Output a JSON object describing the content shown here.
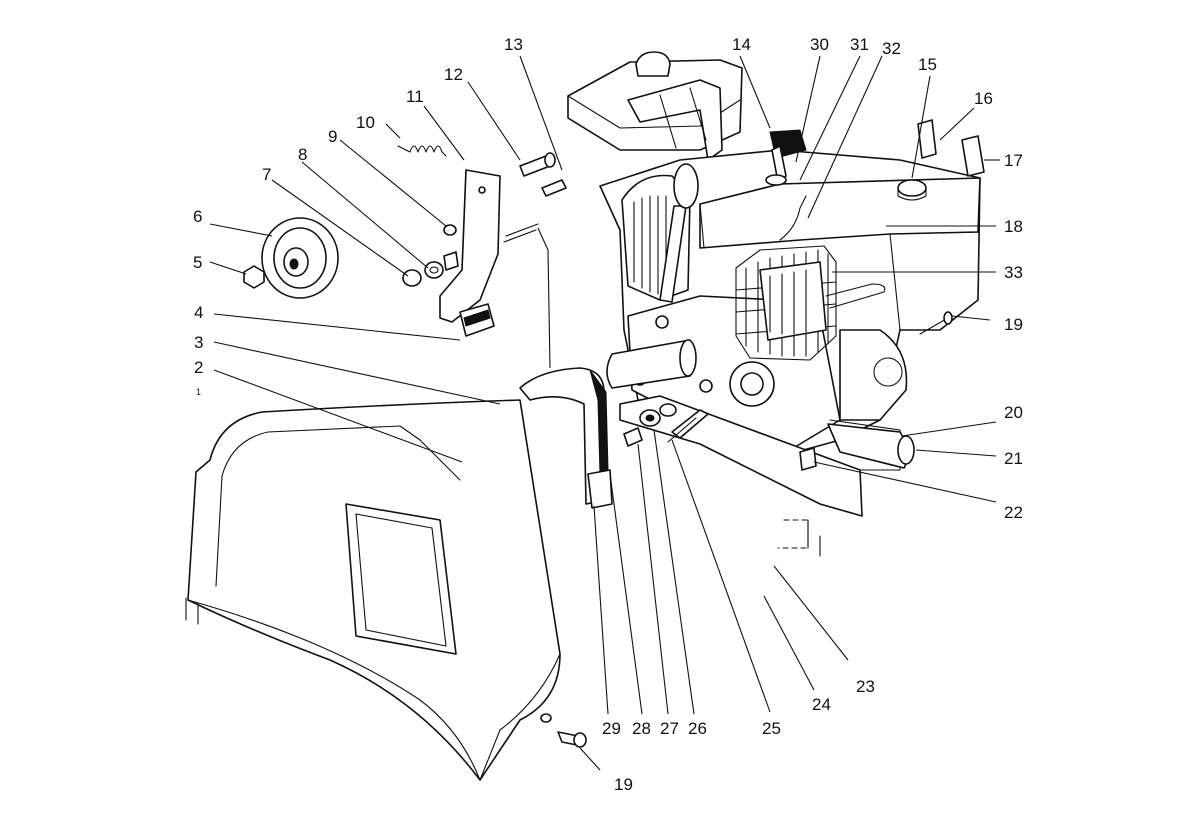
{
  "callouts": {
    "n1": "1",
    "n2": "2",
    "n3": "3",
    "n4": "4",
    "n5": "5",
    "n6": "6",
    "n7": "7",
    "n8": "8",
    "n9": "9",
    "n10": "10",
    "n11": "11",
    "n12": "12",
    "n13": "13",
    "n14": "14",
    "n15": "15",
    "n16": "16",
    "n17": "17",
    "n18": "18",
    "n19a": "19",
    "n19b": "19",
    "n20": "20",
    "n21": "21",
    "n22": "22",
    "n23": "23",
    "n24": "24",
    "n25": "25",
    "n26": "26",
    "n27": "27",
    "n28": "28",
    "n29": "29",
    "n30": "30",
    "n31": "31",
    "n32": "32",
    "n33": "33"
  }
}
